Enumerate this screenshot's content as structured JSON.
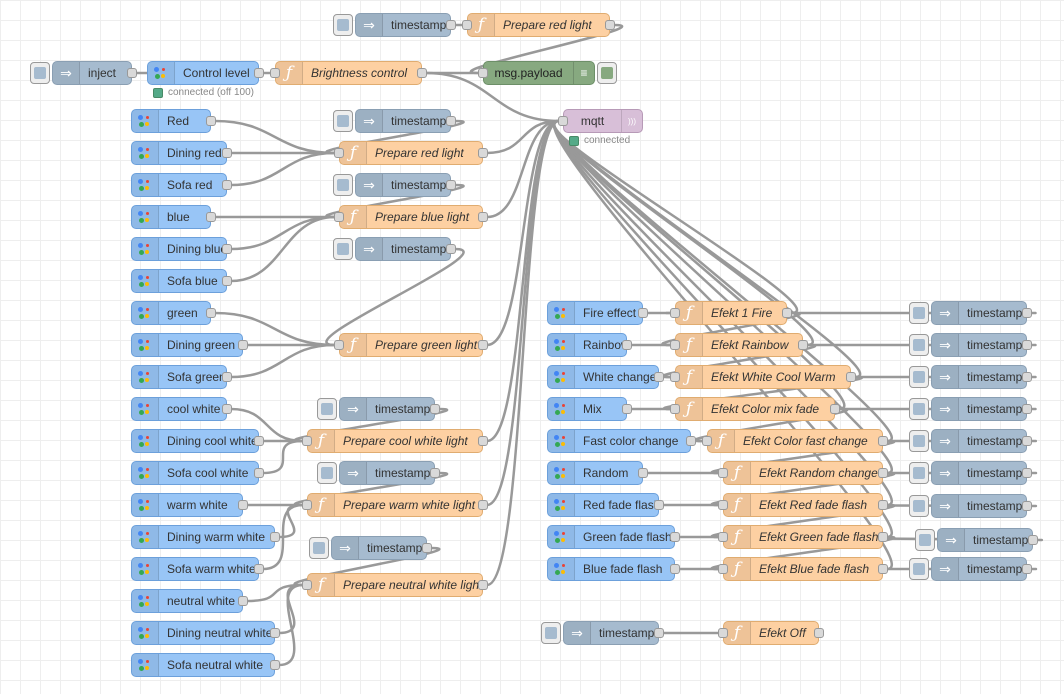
{
  "colors": {
    "google_assistant": "#98c5f6",
    "inject": "#a6bbcf",
    "function": "#fdd0a2",
    "mqtt": "#d8bfd8",
    "debug": "#87a980",
    "wire": "#999999"
  },
  "nodes": [
    {
      "id": "ts_top",
      "type": "inject",
      "label": "timestamp",
      "icon": "inject-arrow-icon"
    },
    {
      "id": "fn_red_top",
      "type": "function",
      "label": "Prepare red light",
      "icon": "function-icon"
    },
    {
      "id": "inject1",
      "type": "inject",
      "label": "inject",
      "icon": "inject-arrow-icon"
    },
    {
      "id": "control_level",
      "type": "google-assistant",
      "label": "Control level",
      "icon": "google-assistant-icon"
    },
    {
      "id": "fn_brightness",
      "type": "function",
      "label": "Brightness control",
      "icon": "function-icon"
    },
    {
      "id": "debug_payload",
      "type": "debug",
      "label": "msg.payload",
      "icon": "debug-list-icon"
    },
    {
      "id": "mqtt_out",
      "type": "mqtt",
      "label": "mqtt",
      "icon": "mqtt-signal-icon"
    },
    {
      "id": "ga_red",
      "type": "google-assistant",
      "label": "Red",
      "icon": "google-assistant-icon"
    },
    {
      "id": "ga_dining_red",
      "type": "google-assistant",
      "label": "Dining red",
      "icon": "google-assistant-icon"
    },
    {
      "id": "ga_sofa_red",
      "type": "google-assistant",
      "label": "Sofa red",
      "icon": "google-assistant-icon"
    },
    {
      "id": "ts_red",
      "type": "inject",
      "label": "timestamp",
      "icon": "inject-arrow-icon"
    },
    {
      "id": "fn_red",
      "type": "function",
      "label": "Prepare red light",
      "icon": "function-icon"
    },
    {
      "id": "ga_blue",
      "type": "google-assistant",
      "label": "blue",
      "icon": "google-assistant-icon"
    },
    {
      "id": "ga_dining_blue",
      "type": "google-assistant",
      "label": "Dining blue",
      "icon": "google-assistant-icon"
    },
    {
      "id": "ga_sofa_blue",
      "type": "google-assistant",
      "label": "Sofa blue",
      "icon": "google-assistant-icon"
    },
    {
      "id": "ts_blue",
      "type": "inject",
      "label": "timestamp",
      "icon": "inject-arrow-icon"
    },
    {
      "id": "fn_blue",
      "type": "function",
      "label": "Prepare blue light",
      "icon": "function-icon"
    },
    {
      "id": "ts_green",
      "type": "inject",
      "label": "timestamp",
      "icon": "inject-arrow-icon"
    },
    {
      "id": "ga_green",
      "type": "google-assistant",
      "label": "green",
      "icon": "google-assistant-icon"
    },
    {
      "id": "ga_dining_green",
      "type": "google-assistant",
      "label": "Dining green",
      "icon": "google-assistant-icon"
    },
    {
      "id": "ga_sofa_green",
      "type": "google-assistant",
      "label": "Sofa green",
      "icon": "google-assistant-icon"
    },
    {
      "id": "fn_green",
      "type": "function",
      "label": "Prepare green light",
      "icon": "function-icon"
    },
    {
      "id": "ga_cool",
      "type": "google-assistant",
      "label": "cool white",
      "icon": "google-assistant-icon"
    },
    {
      "id": "ga_dining_cool",
      "type": "google-assistant",
      "label": "Dining cool white",
      "icon": "google-assistant-icon"
    },
    {
      "id": "ga_sofa_cool",
      "type": "google-assistant",
      "label": "Sofa cool white",
      "icon": "google-assistant-icon"
    },
    {
      "id": "ts_cool",
      "type": "inject",
      "label": "timestamp",
      "icon": "inject-arrow-icon"
    },
    {
      "id": "fn_cool",
      "type": "function",
      "label": "Prepare cool white light",
      "icon": "function-icon"
    },
    {
      "id": "ga_warm",
      "type": "google-assistant",
      "label": "warm white",
      "icon": "google-assistant-icon"
    },
    {
      "id": "ga_dining_warm",
      "type": "google-assistant",
      "label": "Dining warm white",
      "icon": "google-assistant-icon"
    },
    {
      "id": "ga_sofa_warm",
      "type": "google-assistant",
      "label": "Sofa warm white",
      "icon": "google-assistant-icon"
    },
    {
      "id": "ts_warm",
      "type": "inject",
      "label": "timestamp",
      "icon": "inject-arrow-icon"
    },
    {
      "id": "fn_warm",
      "type": "function",
      "label": "Prepare warm white light",
      "icon": "function-icon"
    },
    {
      "id": "ga_neutral",
      "type": "google-assistant",
      "label": "neutral white",
      "icon": "google-assistant-icon"
    },
    {
      "id": "ga_dining_neutral",
      "type": "google-assistant",
      "label": "Dining neutral white",
      "icon": "google-assistant-icon"
    },
    {
      "id": "ga_sofa_neutral",
      "type": "google-assistant",
      "label": "Sofa neutral white",
      "icon": "google-assistant-icon"
    },
    {
      "id": "ts_neutral",
      "type": "inject",
      "label": "timestamp",
      "icon": "inject-arrow-icon"
    },
    {
      "id": "fn_neutral",
      "type": "function",
      "label": "Prepare neutral white light",
      "icon": "function-icon"
    },
    {
      "id": "ga_fire",
      "type": "google-assistant",
      "label": "Fire effect",
      "icon": "google-assistant-icon"
    },
    {
      "id": "fn_fire",
      "type": "function",
      "label": "Efekt 1 Fire",
      "icon": "function-icon"
    },
    {
      "id": "ga_rainbow",
      "type": "google-assistant",
      "label": "Rainbow",
      "icon": "google-assistant-icon"
    },
    {
      "id": "fn_rainbow",
      "type": "function",
      "label": "Efekt Rainbow",
      "icon": "function-icon"
    },
    {
      "id": "ga_white_change",
      "type": "google-assistant",
      "label": "White change",
      "icon": "google-assistant-icon"
    },
    {
      "id": "fn_white_change",
      "type": "function",
      "label": "Efekt White Cool Warm",
      "icon": "function-icon"
    },
    {
      "id": "ga_mix",
      "type": "google-assistant",
      "label": "Mix",
      "icon": "google-assistant-icon"
    },
    {
      "id": "fn_mix",
      "type": "function",
      "label": "Efekt Color mix fade",
      "icon": "function-icon"
    },
    {
      "id": "ga_fast",
      "type": "google-assistant",
      "label": "Fast color change",
      "icon": "google-assistant-icon"
    },
    {
      "id": "fn_fast",
      "type": "function",
      "label": "Efekt Color fast change",
      "icon": "function-icon"
    },
    {
      "id": "ga_random",
      "type": "google-assistant",
      "label": "Random",
      "icon": "google-assistant-icon"
    },
    {
      "id": "fn_random",
      "type": "function",
      "label": "Efekt Random change",
      "icon": "function-icon"
    },
    {
      "id": "ga_red_flash",
      "type": "google-assistant",
      "label": "Red fade flash",
      "icon": "google-assistant-icon"
    },
    {
      "id": "fn_red_flash",
      "type": "function",
      "label": "Efekt Red fade flash",
      "icon": "function-icon"
    },
    {
      "id": "ga_green_flash",
      "type": "google-assistant",
      "label": "Green fade flash",
      "icon": "google-assistant-icon"
    },
    {
      "id": "fn_green_flash",
      "type": "function",
      "label": "Efekt Green fade flash",
      "icon": "function-icon"
    },
    {
      "id": "ga_blue_flash",
      "type": "google-assistant",
      "label": "Blue fade flash",
      "icon": "google-assistant-icon"
    },
    {
      "id": "fn_blue_flash",
      "type": "function",
      "label": "Efekt Blue fade flash",
      "icon": "function-icon"
    },
    {
      "id": "ts_fire",
      "type": "inject",
      "label": "timestamp",
      "icon": "inject-arrow-icon"
    },
    {
      "id": "ts_rainbow",
      "type": "inject",
      "label": "timestamp",
      "icon": "inject-arrow-icon"
    },
    {
      "id": "ts_white_change",
      "type": "inject",
      "label": "timestamp",
      "icon": "inject-arrow-icon"
    },
    {
      "id": "ts_mix",
      "type": "inject",
      "label": "timestamp",
      "icon": "inject-arrow-icon"
    },
    {
      "id": "ts_fast",
      "type": "inject",
      "label": "timestamp",
      "icon": "inject-arrow-icon"
    },
    {
      "id": "ts_random",
      "type": "inject",
      "label": "timestamp",
      "icon": "inject-arrow-icon"
    },
    {
      "id": "ts_red_flash",
      "type": "inject",
      "label": "timestamp",
      "icon": "inject-arrow-icon"
    },
    {
      "id": "ts_green_flash",
      "type": "inject",
      "label": "timestamp",
      "icon": "inject-arrow-icon"
    },
    {
      "id": "ts_blue_flash",
      "type": "inject",
      "label": "timestamp",
      "icon": "inject-arrow-icon"
    },
    {
      "id": "ts_off",
      "type": "inject",
      "label": "timestamp",
      "icon": "inject-arrow-icon"
    },
    {
      "id": "fn_off",
      "type": "function",
      "label": "Efekt Off",
      "icon": "function-icon"
    }
  ],
  "statuses": [
    {
      "id": "status_control_level",
      "text": "connected (off 100)"
    },
    {
      "id": "status_mqtt",
      "text": "connected"
    }
  ],
  "wires": [
    [
      "ts_top",
      "fn_red_top"
    ],
    [
      "fn_red_top",
      "debug_payload"
    ],
    [
      "inject1",
      "control_level"
    ],
    [
      "control_level",
      "fn_brightness"
    ],
    [
      "fn_brightness",
      "debug_payload"
    ],
    [
      "fn_brightness",
      "mqtt_out"
    ],
    [
      "ga_red",
      "fn_red"
    ],
    [
      "ga_dining_red",
      "fn_red"
    ],
    [
      "ga_sofa_red",
      "fn_red"
    ],
    [
      "ts_red",
      "fn_red"
    ],
    [
      "fn_red",
      "mqtt_out"
    ],
    [
      "ga_blue",
      "fn_blue"
    ],
    [
      "ga_dining_blue",
      "fn_blue"
    ],
    [
      "ga_sofa_blue",
      "fn_blue"
    ],
    [
      "ts_blue",
      "fn_blue"
    ],
    [
      "fn_blue",
      "mqtt_out"
    ],
    [
      "ga_green",
      "fn_green"
    ],
    [
      "ga_dining_green",
      "fn_green"
    ],
    [
      "ga_sofa_green",
      "fn_green"
    ],
    [
      "ts_green",
      "fn_green"
    ],
    [
      "fn_green",
      "mqtt_out"
    ],
    [
      "ga_cool",
      "fn_cool"
    ],
    [
      "ga_dining_cool",
      "fn_cool"
    ],
    [
      "ga_sofa_cool",
      "fn_cool"
    ],
    [
      "ts_cool",
      "fn_cool"
    ],
    [
      "fn_cool",
      "mqtt_out"
    ],
    [
      "ga_warm",
      "fn_warm"
    ],
    [
      "ga_dining_warm",
      "fn_warm"
    ],
    [
      "ga_sofa_warm",
      "fn_warm"
    ],
    [
      "ts_warm",
      "fn_warm"
    ],
    [
      "fn_warm",
      "mqtt_out"
    ],
    [
      "ga_neutral",
      "fn_neutral"
    ],
    [
      "ga_dining_neutral",
      "fn_neutral"
    ],
    [
      "ga_sofa_neutral",
      "fn_neutral"
    ],
    [
      "ts_neutral",
      "fn_neutral"
    ],
    [
      "fn_neutral",
      "mqtt_out"
    ],
    [
      "ga_fire",
      "fn_fire"
    ],
    [
      "ga_rainbow",
      "fn_rainbow"
    ],
    [
      "ga_white_change",
      "fn_white_change"
    ],
    [
      "ga_mix",
      "fn_mix"
    ],
    [
      "ga_fast",
      "fn_fast"
    ],
    [
      "ga_random",
      "fn_random"
    ],
    [
      "ga_red_flash",
      "fn_red_flash"
    ],
    [
      "ga_green_flash",
      "fn_green_flash"
    ],
    [
      "ga_blue_flash",
      "fn_blue_flash"
    ],
    [
      "fn_fire",
      "mqtt_out"
    ],
    [
      "fn_rainbow",
      "mqtt_out"
    ],
    [
      "fn_white_change",
      "mqtt_out"
    ],
    [
      "fn_mix",
      "mqtt_out"
    ],
    [
      "fn_fast",
      "mqtt_out"
    ],
    [
      "fn_random",
      "mqtt_out"
    ],
    [
      "fn_red_flash",
      "mqtt_out"
    ],
    [
      "fn_green_flash",
      "mqtt_out"
    ],
    [
      "fn_blue_flash",
      "mqtt_out"
    ],
    [
      "fn_fire",
      "fn_rainbow"
    ],
    [
      "fn_rainbow",
      "fn_white_change"
    ],
    [
      "fn_white_change",
      "fn_mix"
    ],
    [
      "fn_mix",
      "fn_fast"
    ],
    [
      "fn_fast",
      "fn_random"
    ],
    [
      "fn_random",
      "fn_red_flash"
    ],
    [
      "fn_red_flash",
      "fn_green_flash"
    ],
    [
      "fn_green_flash",
      "fn_blue_flash"
    ],
    [
      "ts_fire",
      "fn_fire"
    ],
    [
      "ts_rainbow",
      "fn_rainbow"
    ],
    [
      "ts_white_change",
      "fn_white_change"
    ],
    [
      "ts_mix",
      "fn_mix"
    ],
    [
      "ts_fast",
      "fn_fast"
    ],
    [
      "ts_random",
      "fn_random"
    ],
    [
      "ts_red_flash",
      "fn_red_flash"
    ],
    [
      "ts_green_flash",
      "fn_green_flash"
    ],
    [
      "ts_blue_flash",
      "fn_blue_flash"
    ],
    [
      "ts_off",
      "fn_off"
    ]
  ]
}
